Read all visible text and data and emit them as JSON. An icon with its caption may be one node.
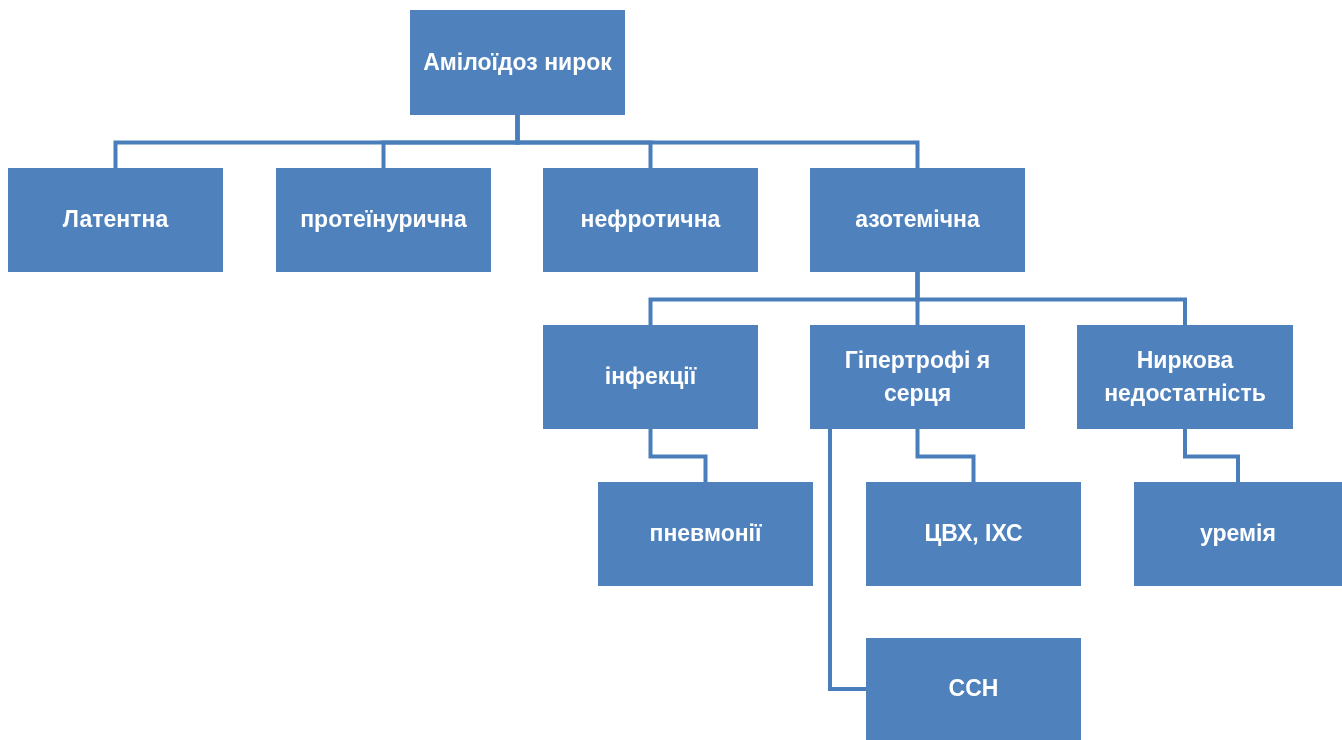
{
  "diagram": {
    "nodes": [
      {
        "text": [
          "Амілоїдоз нирок"
        ]
      },
      {
        "text": [
          "Латентна"
        ]
      },
      {
        "text": [
          "протеїнурична"
        ]
      },
      {
        "text": [
          "нефротична"
        ]
      },
      {
        "text": [
          "азотемічна"
        ]
      },
      {
        "text": [
          "інфекції"
        ]
      },
      {
        "text": [
          "Гіпертрофі я серця"
        ]
      },
      {
        "text": [
          "Ниркова недостатність"
        ]
      },
      {
        "text": [
          "пневмонії"
        ]
      },
      {
        "text": [
          "ЦВХ, ІХС"
        ]
      },
      {
        "text": [
          "уремія"
        ]
      },
      {
        "text": [
          "ССН"
        ]
      }
    ],
    "edges": [
      {
        "from": 0,
        "to": 1,
        "arrow": "none"
      },
      {
        "from": 0,
        "to": 2,
        "arrow": "none"
      },
      {
        "from": 0,
        "to": 3,
        "arrow": "none"
      },
      {
        "from": 0,
        "to": 4,
        "arrow": "none"
      },
      {
        "from": 4,
        "to": 5,
        "arrow": "none"
      },
      {
        "from": 4,
        "to": 6,
        "arrow": "none"
      },
      {
        "from": 4,
        "to": 7,
        "arrow": "none"
      },
      {
        "from": 5,
        "to": 8,
        "arrow": "none"
      },
      {
        "from": 6,
        "to": 9,
        "arrow": "none"
      },
      {
        "from": 6,
        "to": 11,
        "arrow": "none"
      },
      {
        "from": 7,
        "to": 10,
        "arrow": "none"
      }
    ]
  }
}
